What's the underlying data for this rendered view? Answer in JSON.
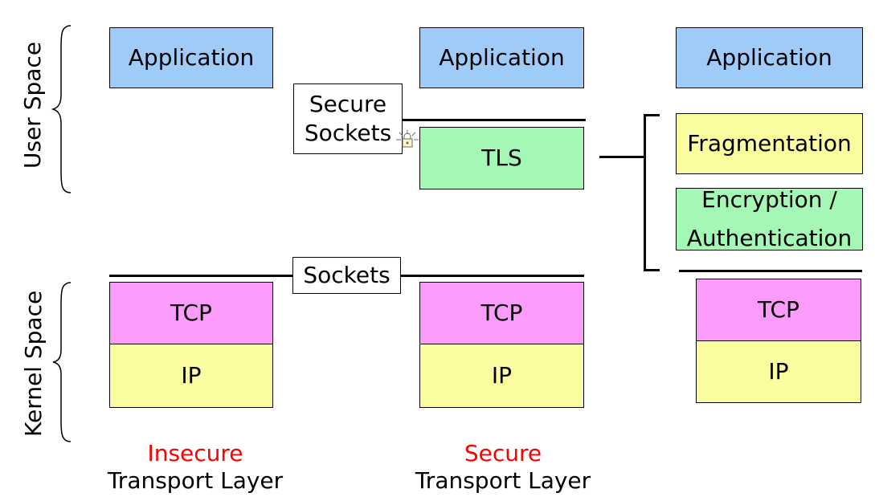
{
  "side_labels": {
    "user_space": "User Space",
    "kernel_space": "Kernel Space"
  },
  "columns": {
    "insecure": {
      "application": "Application",
      "tcp": "TCP",
      "ip": "IP",
      "caption_top": "Insecure",
      "caption_bottom": "Transport Layer"
    },
    "secure": {
      "application": "Application",
      "tls": "TLS",
      "tcp": "TCP",
      "ip": "IP",
      "caption_top": "Secure",
      "caption_bottom": "Transport Layer"
    },
    "detail": {
      "application": "Application",
      "fragmentation": "Fragmentation",
      "encryption_line1": "Encryption /",
      "encryption_line2": "Authentication",
      "tcp": "TCP",
      "ip": "IP"
    }
  },
  "labels": {
    "secure_sockets_line1": "Secure",
    "secure_sockets_line2": "Sockets",
    "sockets": "Sockets"
  },
  "colors": {
    "application": "#9ecbf8",
    "tls": "#a4f7b5",
    "tcp": "#fb9bfb",
    "ip": "#fbfb9f",
    "insecure_caption": "#ff0000",
    "secure_caption": "#ff0000"
  },
  "icons": {
    "secure_sockets_marker": "lock-burst-icon"
  }
}
